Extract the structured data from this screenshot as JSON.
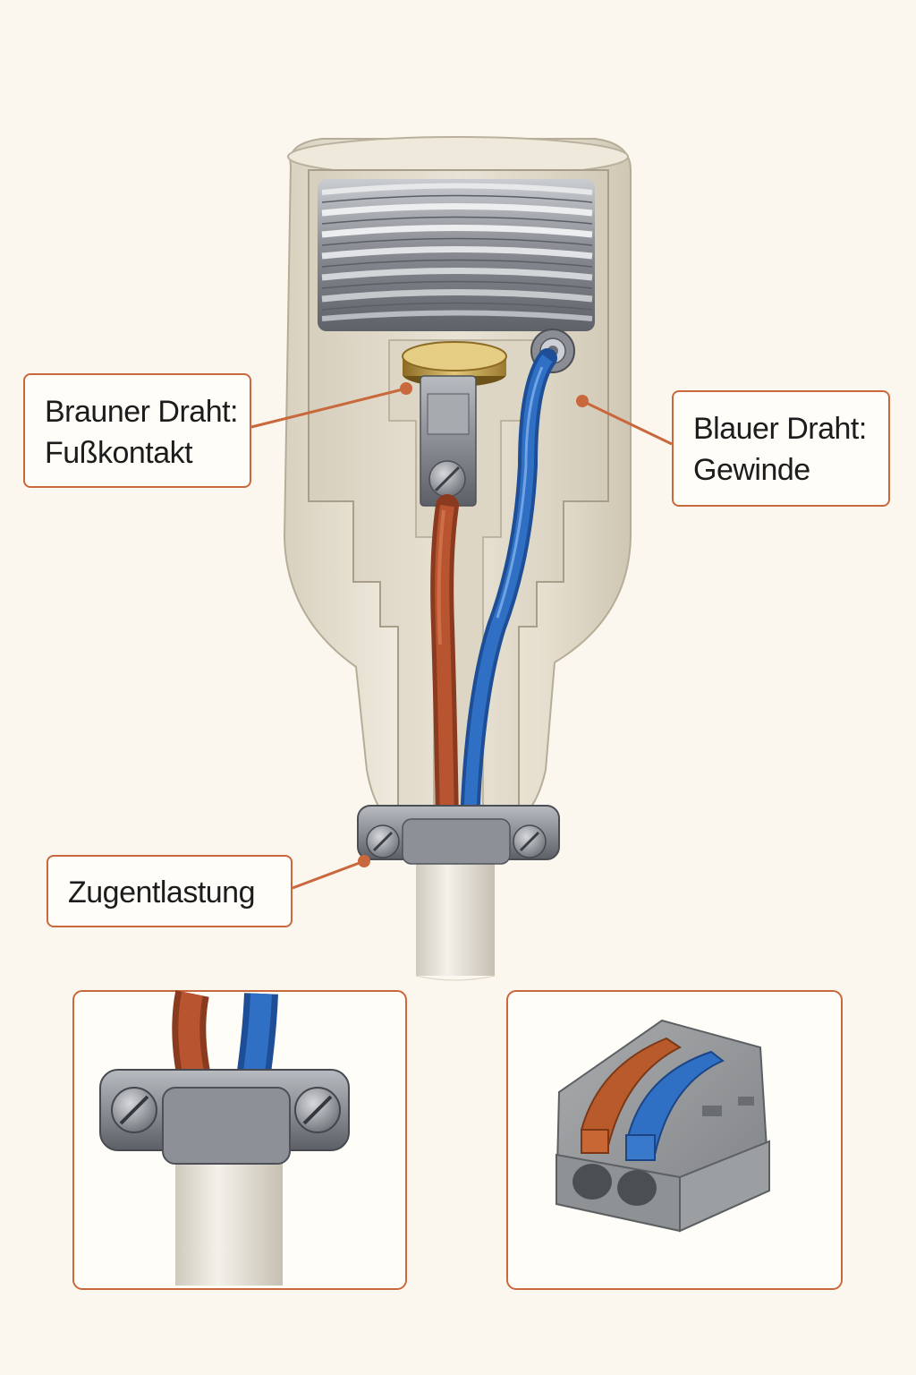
{
  "labels": {
    "brown_wire": {
      "line1": "Brauner Draht:",
      "line2": "Fußkontakt"
    },
    "blue_wire": {
      "line1": "Blauer Draht:",
      "line2": "Gewinde"
    },
    "strain_relief": {
      "line1": "Zugentlastung"
    }
  },
  "colors": {
    "background": "#fbf7ef",
    "accent": "#c9683d",
    "ceramic": "#e8e2d3",
    "brown_wire": "#a44a2a",
    "blue_wire": "#2f6fc4",
    "metal": "#8e9196",
    "brass": "#b8953e"
  },
  "icons": {
    "socket": "lamp-socket-cutaway-illustration",
    "clamp": "cable-clamp-illustration",
    "connector": "lever-wire-connector-illustration"
  }
}
